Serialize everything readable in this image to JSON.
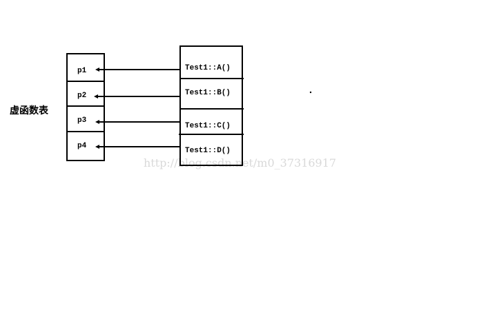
{
  "title": "虚函数表",
  "pointers": [
    "p1",
    "p2",
    "p3",
    "p4"
  ],
  "functions": [
    "Test1::A()",
    "Test1::B()",
    "Test1::C()",
    "Test1::D()"
  ],
  "watermark": "http://blog.csdn.net/m0_37316917"
}
